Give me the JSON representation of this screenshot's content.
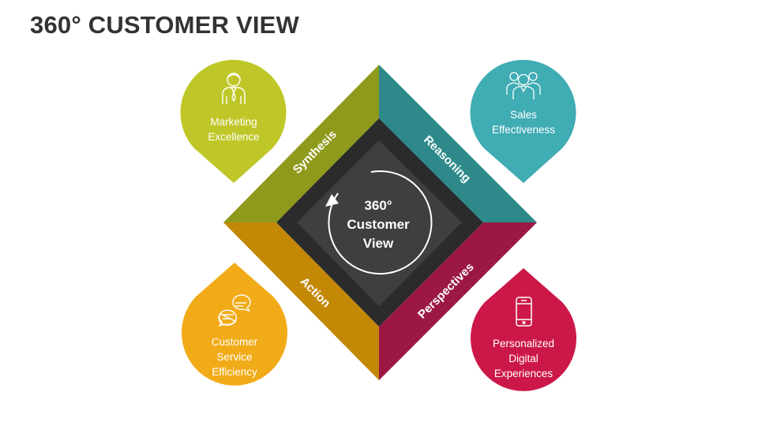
{
  "title": "360° CUSTOMER VIEW",
  "center": {
    "line1": "360°",
    "line2": "Customer",
    "line3": "View"
  },
  "segments": [
    {
      "label": "Synthesis",
      "color": "#8f9a1c",
      "dark": "#707a12"
    },
    {
      "label": "Reasoning",
      "color": "#2e8a8a",
      "dark": "#1f6c6e"
    },
    {
      "label": "Perspectives",
      "color": "#9b1843",
      "dark": "#7a1034"
    },
    {
      "label": "Action",
      "color": "#c48807",
      "dark": "#a36f05"
    }
  ],
  "drops": [
    {
      "lines": [
        "Marketing",
        "Excellence"
      ],
      "color": "#bfc728",
      "icon": "businessman-icon"
    },
    {
      "lines": [
        "Sales",
        "Effectiveness"
      ],
      "color": "#40acb4",
      "icon": "team-icon"
    },
    {
      "lines": [
        "Customer",
        "Service",
        "Efficiency"
      ],
      "color": "#f2ab18",
      "icon": "chat-bubbles-icon"
    },
    {
      "lines": [
        "Personalized",
        "Digital",
        "Experiences"
      ],
      "color": "#cc1848",
      "icon": "smartphone-icon"
    }
  ]
}
